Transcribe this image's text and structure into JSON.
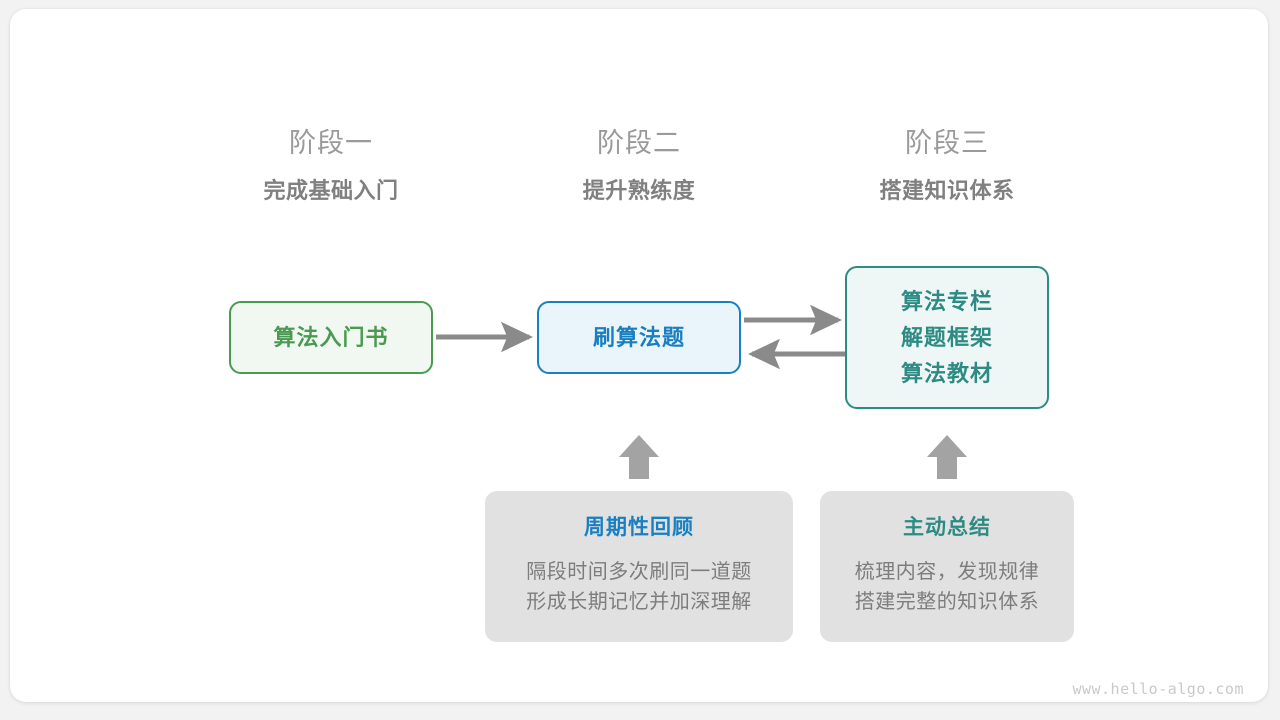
{
  "watermark": "www.hello-algo.com",
  "stages": [
    {
      "name": "阶段一",
      "goal": "完成基础入门"
    },
    {
      "name": "阶段二",
      "goal": "提升熟练度"
    },
    {
      "name": "阶段三",
      "goal": "搭建知识体系"
    }
  ],
  "flow_boxes": {
    "book": {
      "label": "算法入门书",
      "color": "#4a9a52",
      "fill": "#f1f8f1"
    },
    "practice": {
      "label": "刷算法题",
      "color": "#1a7fc1",
      "fill": "#e9f4fb"
    },
    "system": {
      "lines": [
        "算法专栏",
        "解题框架",
        "算法教材"
      ],
      "color": "#2e8b84",
      "fill": "#eff7f6"
    }
  },
  "tips": {
    "review": {
      "title": "周期性回顾",
      "color": "#1a7fc1",
      "lines": [
        "隔段时间多次刷同一道题",
        "形成长期记忆并加深理解"
      ]
    },
    "summary": {
      "title": "主动总结",
      "color": "#2e8b84",
      "lines": [
        "梳理内容，发现规律",
        "搭建完整的知识体系"
      ]
    }
  },
  "arrows": {
    "color": "#8a8a8a",
    "book_to_practice": "算法入门书 → 刷算法题",
    "practice_to_system": "刷算法题 → 算法专栏/解题框架/算法教材",
    "system_to_practice": "算法专栏/解题框架/算法教材 → 刷算法题",
    "review_up": "周期性回顾 ↑ 刷算法题",
    "summary_up": "主动总结 ↑ 算法专栏/解题框架/算法教材"
  }
}
